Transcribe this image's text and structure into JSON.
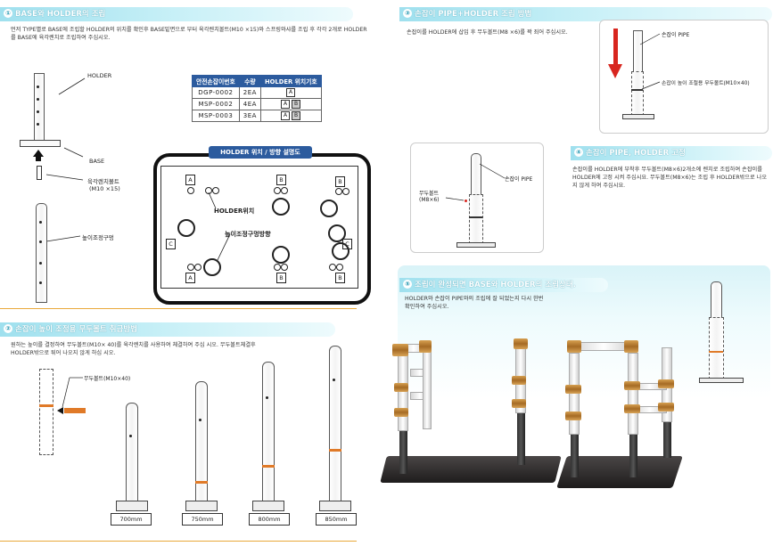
{
  "sec1": {
    "num": "①",
    "title": "BASE와 HOLDER의 조립",
    "desc": "먼저 TYPE별로 BASE에 조립할 HOLDER의 위치를 확인후 BASE밑면으로 부터 육각렌치볼트(M10 ×15)와 스프링와샤를 조립 후 각각 2개로 HOLDER를 BASE에 육각렌치로 조립하여 주십시오.",
    "labels": {
      "holder": "HOLDER",
      "base": "BASE",
      "bolt": "육각렌치볼트",
      "bolt_size": "(M10 ×15)",
      "hole": "높이조정구멍"
    }
  },
  "table": {
    "headers": [
      "안전손잡이번호",
      "수량",
      "HOLDER 위치기호"
    ],
    "rows": [
      {
        "model": "DGP-0002",
        "qty": "2EA",
        "pos": [
          "A"
        ]
      },
      {
        "model": "MSP-0002",
        "qty": "4EA",
        "pos": [
          "A",
          "B"
        ]
      },
      {
        "model": "MSP-0003",
        "qty": "3EA",
        "pos": [
          "A",
          "B"
        ]
      }
    ]
  },
  "diagram": {
    "title": "HOLDER 위치 / 방향 설명도",
    "holder_pos_label": "HOLDER위치",
    "height_hole_label": "높이조정구멍방향",
    "marks": [
      "A",
      "B",
      "B",
      "C",
      "C",
      "A",
      "B",
      "B"
    ]
  },
  "sec2": {
    "num": "②",
    "title": "손잡이 높이 조정용 무두볼트 취급방법",
    "desc": "원하는 높이를 결정하여 무두볼트(M10× 40)를 육각렌치를 사용하여 체결하여 주십 시오. 무두볼트체결후 HOLDER밖으로 튀어 나오지 않게 하십 시오.",
    "bolt_label": "무두볼트(M10×40)",
    "heights": [
      "700mm",
      "750mm",
      "800mm",
      "850mm"
    ]
  },
  "sec3": {
    "num": "③",
    "title": "손잡이 PIPE+HOLDER 조립 방법",
    "desc": "손잡이를 HOLDER에 삽입 후 무두볼트(M8 ×6)를 꽉 죄어 주십시오.",
    "pipe_label": "손잡이 PIPE",
    "bolt_label": "손잡이 높이 조절용 무두볼트(M10×40)"
  },
  "sec4": {
    "num": "④",
    "title": "손잡이 PIPE, HOLDER 고정",
    "desc": "손잡이를 HOLDER에 부착후 무두볼트(M8×6)2개소에 렌치로 조립하여 손잡이를 HOLDER에 고정 시켜 주십시요. 무두볼트(M8×6)는 조립 후 HOLDER밖으로 나오지 않게 하여 주십시요.",
    "pipe_label": "손잡이 PIPE",
    "bolt_label": "무두볼트",
    "bolt_size": "(M8×6)"
  },
  "sec5": {
    "num": "⑤",
    "title": "조립이 완성되면 BASE와 HOLDER의 조립상태.",
    "desc": "HOLDER와 손잡이 PIPE와의 조립에 잘 되었는지 다시 한번 확인하여 주십시오."
  },
  "colors": {
    "header": "#9fe0ee",
    "table_head": "#2c5b9e",
    "accent": "#e07a28",
    "arrow": "#d8261f"
  }
}
